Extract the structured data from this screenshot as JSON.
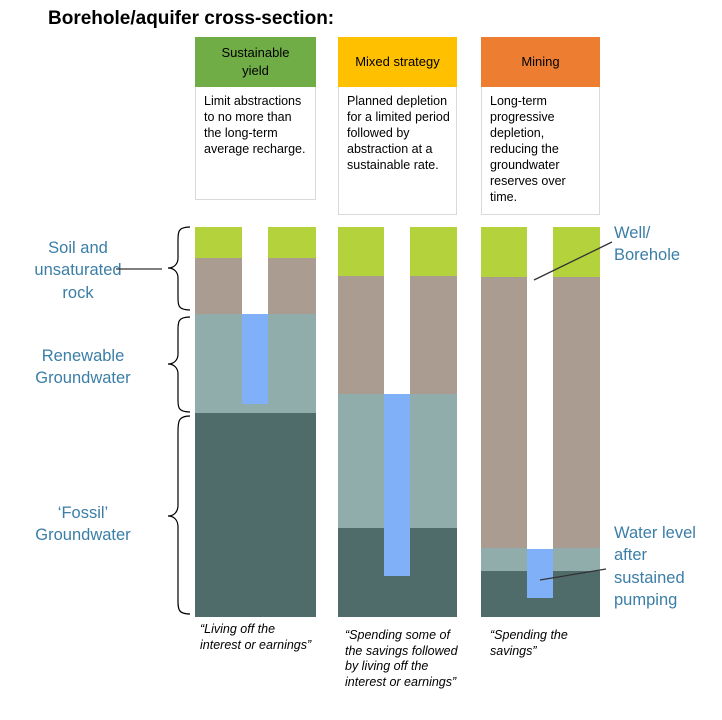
{
  "title": "Borehole/aquifer cross-section:",
  "colors": {
    "sustainable": "#70ad47",
    "mixed": "#ffc000",
    "mining": "#ed7d31",
    "soil_green": "#b3d23c",
    "unsaturated_rock": "#aa9c90",
    "renewable_groundwater": "#90adab",
    "fossil_groundwater": "#4f6c6b",
    "borehole_water": "#7fb0f8",
    "label_blue": "#3b7ea7"
  },
  "columns": [
    {
      "header": "Sustainable yield",
      "description": "Limit abstractions to no more than the long-term average recharge.",
      "caption": "“Living off the interest or earnings”"
    },
    {
      "header": "Mixed strategy",
      "description": "Planned depletion for a limited period followed by abstraction at a sustainable rate.",
      "caption": "“Spending some of the savings followed by living off the interest or earnings”"
    },
    {
      "header": "Mining",
      "description": "Long-term progressive depletion, reducing the groundwater reserves over time.",
      "caption": "“Spending the savings”"
    }
  ],
  "left_labels": {
    "soil": "Soil and unsaturated rock",
    "renewable": "Renewable Groundwater",
    "fossil": "‘Fossil’ Groundwater"
  },
  "right_labels": {
    "well": "Well/ Borehole",
    "water_level": "Water level after sustained pumping"
  }
}
